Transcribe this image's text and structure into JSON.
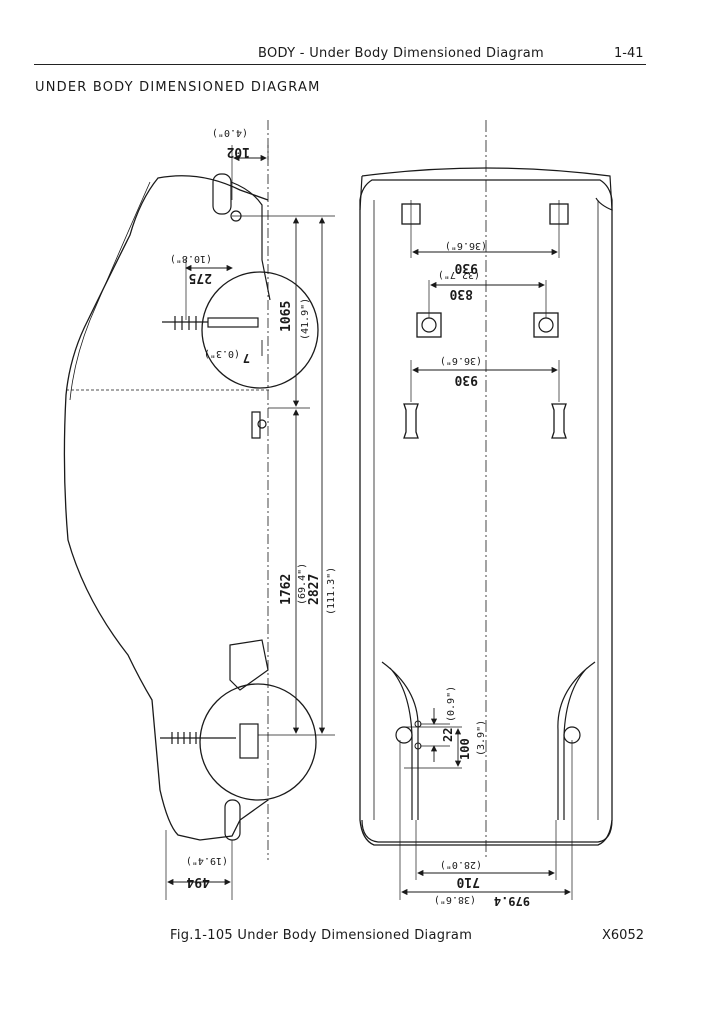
{
  "header": {
    "section_title": "BODY - Under Body Dimensioned Diagram",
    "page_number": "1-41"
  },
  "document_title": "UNDER BODY DIMENSIONED DIAGRAM",
  "side_view": {
    "dim_102": "102",
    "dim_102_in": "(4.0\")",
    "dim_275": "275",
    "dim_275_in": "(10.8\")",
    "dim_1065": "1065",
    "dim_1065_in": "(41.9\")",
    "dim_7": "7",
    "dim_7_in": "(0.3\")",
    "dim_1762": "1762",
    "dim_1762_in": "(69.4\")",
    "dim_2827": "2827",
    "dim_2827_in": "(111.3\")",
    "dim_494": "494",
    "dim_494_in": "(19.4\")"
  },
  "plan_view": {
    "dim_930_top": "930",
    "dim_930_top_in": "(36.6\")",
    "dim_830": "830",
    "dim_830_in": "(32.7\")",
    "dim_930_mid": "930",
    "dim_930_mid_in": "(36.6\")",
    "dim_22": "22",
    "dim_22_in": "(0.9\")",
    "dim_100": "100",
    "dim_100_in": "(3.9\")",
    "dim_710": "710",
    "dim_710_in": "(28.0\")",
    "dim_979": "979.4",
    "dim_979_in": "(38.6\")"
  },
  "figure_caption": "Fig.1-105  Under Body Dimensioned Diagram",
  "figure_code": "X6052"
}
